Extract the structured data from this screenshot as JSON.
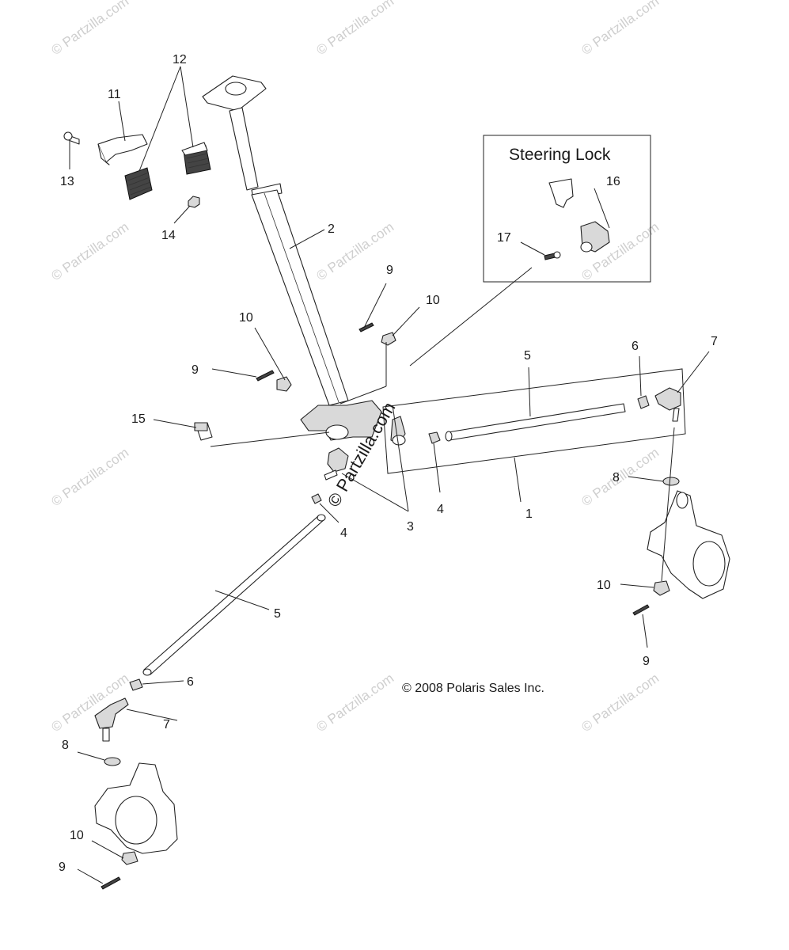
{
  "watermark": "© Partzilla.com",
  "watermark_center": "© Partzilla.com",
  "inset_title": "Steering Lock",
  "copyright": "© 2008 Polaris Sales Inc.",
  "callouts": {
    "c12": "12",
    "c11": "11",
    "c13": "13",
    "c14": "14",
    "c2": "2",
    "c9a": "9",
    "c10a": "10",
    "c10b": "10",
    "c9b": "9",
    "c15": "15",
    "c16": "16",
    "c17": "17",
    "c5a": "5",
    "c6a": "6",
    "c7a": "7",
    "c3": "3",
    "c4a": "4",
    "c4b": "4",
    "c1": "1",
    "c8a": "8",
    "c10c": "10",
    "c9c": "9",
    "c5b": "5",
    "c6b": "6",
    "c7b": "7",
    "c8b": "8",
    "c10d": "10",
    "c9d": "9"
  }
}
